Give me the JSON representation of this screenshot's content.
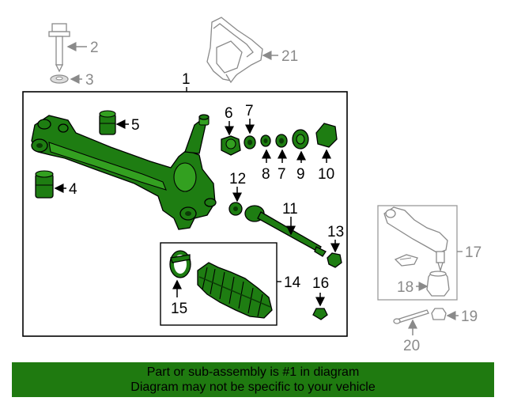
{
  "callouts": {
    "c1": "1",
    "c2": "2",
    "c3": "3",
    "c4": "4",
    "c5": "5",
    "c6": "6",
    "c7a": "7",
    "c7b": "7",
    "c8": "8",
    "c9": "9",
    "c10": "10",
    "c11": "11",
    "c12": "12",
    "c13": "13",
    "c14": "14",
    "c15": "15",
    "c16": "16",
    "c17": "17",
    "c18": "18",
    "c19": "19",
    "c20": "20",
    "c21": "21"
  },
  "colors": {
    "highlight": "#1f7a10",
    "part_green": "#1e7d12",
    "secondary_gray": "#8a8a8a"
  },
  "banner": {
    "line1": "Part or sub-assembly is #1 in diagram",
    "line2": "Diagram may not be specific to your vehicle"
  }
}
